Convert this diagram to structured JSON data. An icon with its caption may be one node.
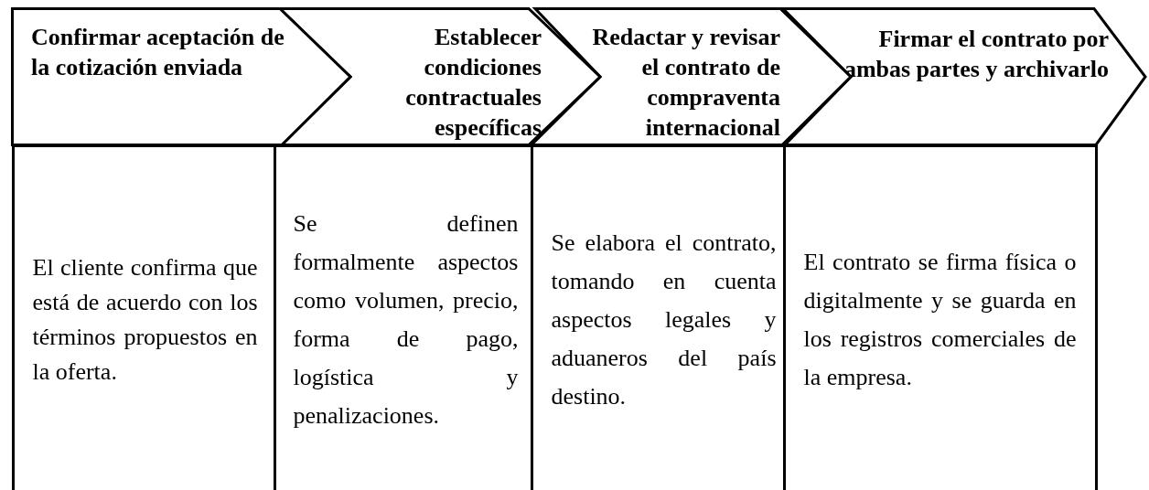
{
  "diagram": {
    "nodes": [
      {
        "text": [
          "Confirmar aceptación de la cotización enviada"
        ]
      },
      {
        "text": [
          "Establecer condiciones contractuales específicas"
        ]
      },
      {
        "text": [
          "Redactar y revisar el contrato de compraventa internacional"
        ]
      },
      {
        "text": [
          "Firmar el contrato por ambas partes y archivarlo"
        ]
      },
      {
        "text": [
          "El cliente confirma que está de acuerdo con los términos propuestos en la oferta."
        ]
      },
      {
        "text": [
          "Se definen formalmente aspectos como volumen, precio, forma de pago, logística y penalizaciones."
        ]
      },
      {
        "text": [
          "Se elabora el contrato, tomando en cuenta aspectos legales y aduaneros del país destino."
        ]
      },
      {
        "text": [
          "El contrato se firma física o digitalmente y se guarda en los registros comerciales de la empresa."
        ]
      }
    ]
  }
}
